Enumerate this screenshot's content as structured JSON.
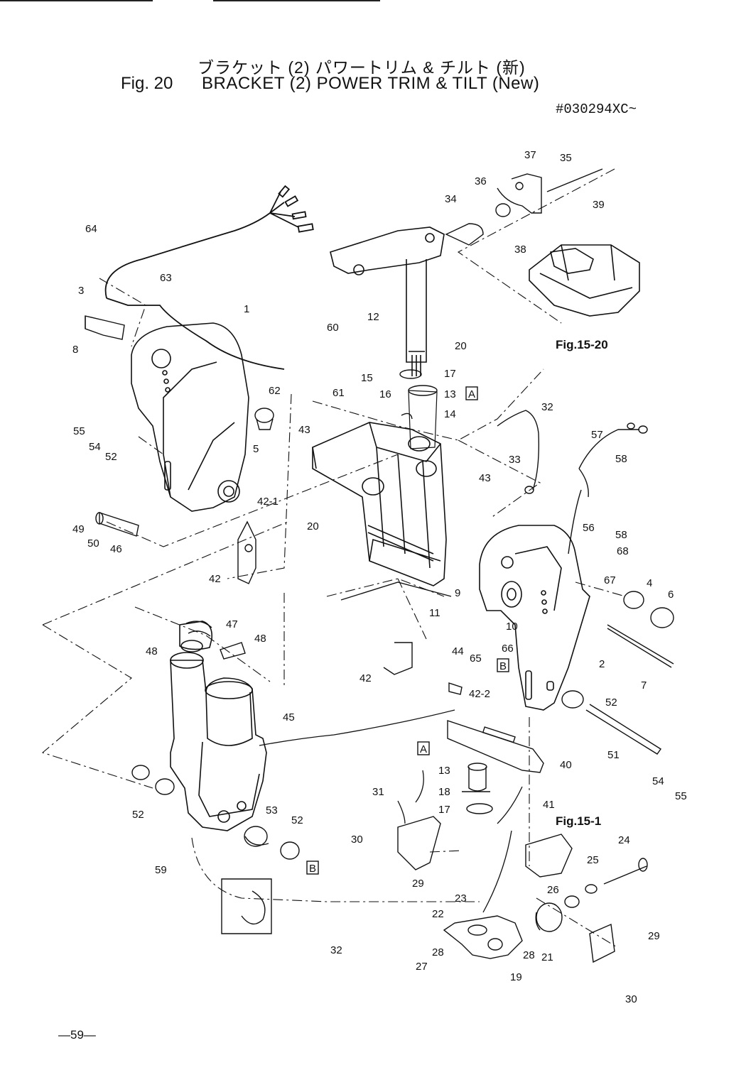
{
  "header": {
    "title_jp": "ブラケット (2) パワートリム & チルト (新)",
    "fig_number": "Fig. 20",
    "title_en": "BRACKET (2) POWER TRIM & TILT (New)",
    "serial": "#030294XC~"
  },
  "footer": {
    "page": "—59—"
  },
  "refs": {
    "fig_15_20": "Fig.15-20",
    "fig_15_1": "Fig.15-1",
    "box_a": "A",
    "box_b": "B"
  },
  "part_labels": [
    "1",
    "2",
    "3",
    "4",
    "5",
    "6",
    "7",
    "8",
    "9",
    "10",
    "11",
    "12",
    "13",
    "14",
    "15",
    "16",
    "17",
    "18",
    "19",
    "20",
    "21",
    "22",
    "23",
    "24",
    "25",
    "26",
    "27",
    "28",
    "29",
    "30",
    "31",
    "32",
    "33",
    "34",
    "35",
    "36",
    "37",
    "38",
    "39",
    "40",
    "41",
    "42",
    "42-1",
    "42-2",
    "43",
    "44",
    "45",
    "46",
    "47",
    "48",
    "49",
    "50",
    "51",
    "52",
    "53",
    "54",
    "55",
    "56",
    "57",
    "58",
    "59",
    "60",
    "61",
    "62",
    "63",
    "64",
    "65",
    "66",
    "67",
    "68"
  ]
}
